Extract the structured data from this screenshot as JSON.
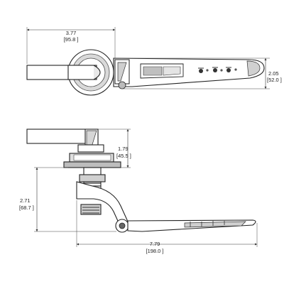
{
  "dimensions": {
    "top_width": {
      "in": "3.77",
      "mm": "[95.8 ]"
    },
    "top_height": {
      "in": "2.05",
      "mm": "[52.0 ]"
    },
    "side_collar": {
      "in": "1.79",
      "mm": "[45.5 ]"
    },
    "side_drop": {
      "in": "2.71",
      "mm": "[68.7 ]"
    },
    "side_length": {
      "in": "7.79",
      "mm": "[198.0 ]"
    }
  },
  "icons": [
    "handle-lever-top-view",
    "handle-lever-side-view"
  ]
}
